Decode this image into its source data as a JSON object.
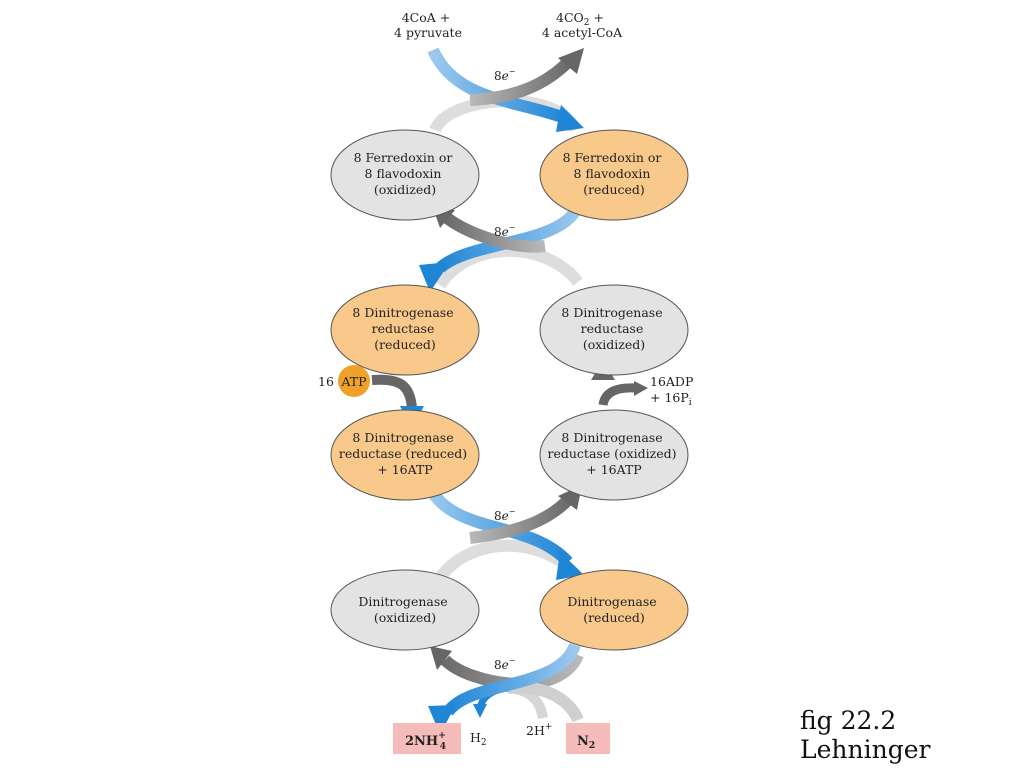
{
  "top": {
    "input_line1": "4CoA +",
    "input_line2": "4 pyruvate",
    "output_line1": "4CO2 +",
    "output_line2": "4 acetyl-CoA"
  },
  "electrons": {
    "e1_num": "8",
    "e1_sym": "e",
    "e1_sup": "−",
    "e2_num": "8",
    "e2_sym": "e",
    "e2_sup": "−",
    "e3_num": "8",
    "e3_sym": "e",
    "e3_sup": "−",
    "e4_num": "8",
    "e4_sym": "e",
    "e4_sup": "−"
  },
  "nodes": {
    "ferredoxin_ox": [
      "8 Ferredoxin or",
      "8 flavodoxin",
      "(oxidized)"
    ],
    "ferredoxin_red": [
      "8 Ferredoxin or",
      "8 flavodoxin",
      "(reduced)"
    ],
    "reductase_red": [
      "8 Dinitrogenase",
      "reductase",
      "(reduced)"
    ],
    "reductase_ox": [
      "8 Dinitrogenase",
      "reductase",
      "(oxidized)"
    ],
    "reductase_red_atp": [
      "8 Dinitrogenase",
      "reductase (reduced)",
      "+ 16ATP"
    ],
    "reductase_ox_atp": [
      "8 Dinitrogenase",
      "reductase (oxidized)",
      "+ 16ATP"
    ],
    "dinitrogenase_ox": [
      "Dinitrogenase",
      "(oxidized)"
    ],
    "dinitrogenase_red": [
      "Dinitrogenase",
      "(reduced)"
    ]
  },
  "atp": {
    "count": "16",
    "label": "ATP"
  },
  "adp": {
    "line1": "16ADP",
    "line2": "+ 16P",
    "line2_sub": "i"
  },
  "bottom": {
    "nh4_main": "2NH",
    "nh4_sup": "+",
    "nh4_sub": "4",
    "h2_main": "H",
    "h2_sub": "2",
    "h_main": "2H",
    "h_sup": "+",
    "n2_main": "N",
    "n2_sub": "2"
  },
  "caption": "fig 22.2 Lehninger",
  "colors": {
    "blue_arrow": "#1f86d6",
    "blue_light": "#bcd9f2",
    "gray_arrow": "#666666",
    "gray_light": "#dddddd",
    "oxidized_fill": "#e3e3e3",
    "reduced_fill": "#f8c98a",
    "atp_fill": "#f0a12a",
    "product_box": "#f6bcbc"
  }
}
